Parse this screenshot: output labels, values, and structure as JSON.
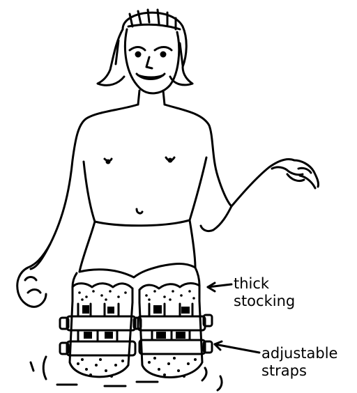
{
  "labels": {
    "stocking": {
      "line1": "thick",
      "line2": "stocking"
    },
    "straps": {
      "line1": "adjustable",
      "line2": "straps"
    }
  },
  "colors": {
    "ink": "#000000",
    "background": "#ffffff"
  }
}
